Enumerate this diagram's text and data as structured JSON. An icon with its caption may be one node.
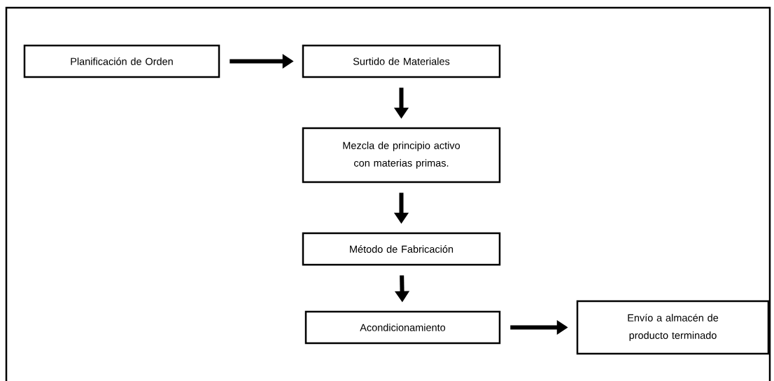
{
  "diagram": {
    "nodes": [
      {
        "text": [
          "Planificación de Orden"
        ]
      },
      {
        "text": [
          "Surtido de Materiales"
        ]
      },
      {
        "text": [
          "Mezcla de principio activo con materias primas."
        ]
      },
      {
        "text": [
          "Método de Fabricación"
        ]
      },
      {
        "text": [
          "Acondicionamiento"
        ]
      },
      {
        "text": [
          "Envío a almacén de producto terminado"
        ]
      }
    ],
    "edges": [
      {
        "from": 0,
        "to": 1,
        "arrow": "to"
      },
      {
        "from": 1,
        "to": 2,
        "arrow": "to"
      },
      {
        "from": 2,
        "to": 3,
        "arrow": "to"
      },
      {
        "from": 3,
        "to": 4,
        "arrow": "to"
      },
      {
        "from": 4,
        "to": 5,
        "arrow": "to"
      }
    ]
  }
}
